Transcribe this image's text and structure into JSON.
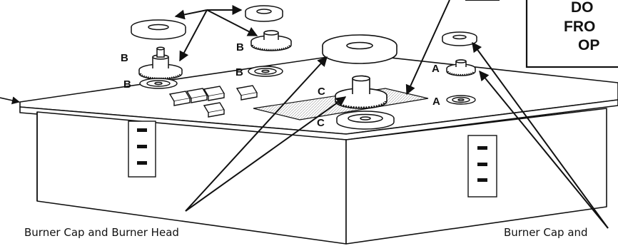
{
  "labels": {
    "burner_a": "A",
    "burner_b": "B",
    "burner_c": "C"
  },
  "captions": {
    "left": "Burner Cap and Burner Head",
    "right": "Burner Cap and"
  },
  "warning_box": {
    "line1": "DO",
    "line2": "FRO",
    "line3": "OP"
  },
  "colors": {
    "line": "#111111",
    "background": "#ffffff",
    "hatch": "#d9d9d9"
  }
}
